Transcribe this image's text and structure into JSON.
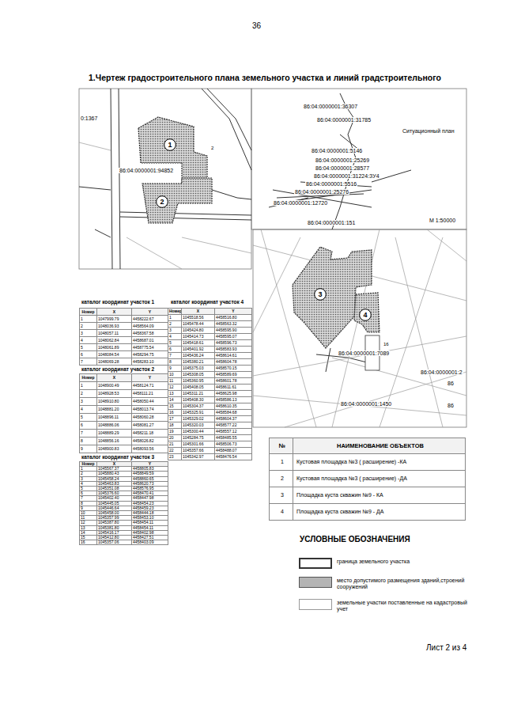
{
  "diagram": {
    "title": "1.Чертеж градостроительного плана земельного участка и линий градстроительного",
    "nodes": [
      {
        "text": [
          "1"
        ]
      },
      {
        "text": [
          "2"
        ]
      },
      {
        "text": [
          "3"
        ]
      },
      {
        "text": [
          "4"
        ]
      }
    ],
    "labels": [
      "36",
      "0:1367",
      "86:04:0000001:94852",
      "2",
      "Ситуационный план",
      "86:04:0000001:36307",
      "86:04:0000001:31785",
      "86:04:0000001:5146",
      "86:04:0000001:25269",
      "86:04:0000001:28577",
      "86:04:0000001:31224:ЗУ4",
      "86:04:0000001:5516",
      "86:04:0000001:25276",
      "86:04:0000001:12720",
      "86:04:0000001:151",
      "М 1:50000",
      "86:04:0000001:7089",
      "16",
      "86:04:0000001:2",
      "86",
      "86:04:0000001:1450",
      "86",
      "УСЛОВНЫЕ ОБОЗНАЧЕНИЯ",
      "Лист 2 из 4",
      "каталог координат участок 1",
      "Номер",
      "X",
      "Y",
      "1",
      "1047999.79",
      "4458222.67",
      "2",
      "1048036.93",
      "4458564.09",
      "3",
      "1048057.11",
      "4458367.58",
      "4",
      "1048062.84",
      "4458687.01",
      "5",
      "1048061.89",
      "4458775.54",
      "6",
      "1048084.54",
      "4458294.75",
      "7",
      "1048069.28",
      "4458283.10",
      "каталог координат участок 4",
      "Номер",
      "X",
      "Y",
      "1",
      "1045518.56",
      "4458516.80",
      "2",
      "1045478.44",
      "4458563.32",
      "3",
      "1045424.80",
      "4458595.90",
      "4",
      "1045414.73",
      "4458595.07",
      "5",
      "1045418.61",
      "4458596.73",
      "6",
      "1045401.92",
      "4458583.93",
      "7",
      "1045436.24",
      "4458614.61",
      "8",
      "1045380.21",
      "4458604.78",
      "9",
      "1045375.03",
      "4458570.15",
      "10",
      "1045308.05",
      "4458589.69",
      "11",
      "1045360.95",
      "4458601.78",
      "12",
      "1045408.05",
      "4458611.61",
      "13",
      "1045311.21",
      "4458625.98",
      "14",
      "1045408.30",
      "4458586.13",
      "15",
      "1045304.37",
      "4458610.35",
      "16",
      "1045325.91",
      "4458584.68",
      "17",
      "1045329.02",
      "4458604.37",
      "18",
      "1045320.03",
      "4458577.22",
      "19",
      "1045300.44",
      "4458557.12",
      "20",
      "1045284.75",
      "4458485.55",
      "21",
      "1045301.66",
      "4458506.73",
      "22",
      "1045357.66",
      "4458488.07",
      "23",
      "1045342.97",
      "4458476.54",
      "каталог координат участок 2",
      "Номер",
      "X",
      "Y",
      "1",
      "1048900.49",
      "4458124.71",
      "2",
      "1048928.53",
      "4458111.21",
      "3",
      "1048910.80",
      "4458050.44",
      "4",
      "1048881.20",
      "4458013.74",
      "5",
      "1048896.11",
      "4458060.28",
      "6",
      "1048886.06",
      "4458081.27",
      "7",
      "1048889.29",
      "4458211.18",
      "8",
      "1048856.16",
      "4458026.82",
      "9",
      "1048900.83",
      "4458093.56",
      "каталог координат участок 3",
      "Номер",
      "X",
      "Y",
      "1",
      "1045567.37",
      "4458805.83",
      "2",
      "1045880.43",
      "4458849.59",
      "3",
      "1045458.24",
      "4458860.65",
      "4",
      "1045463.83",
      "4458620.73",
      "5",
      "1045351.08",
      "4458576.95",
      "6",
      "1045376.60",
      "4458470.41",
      "7",
      "1045402.40",
      "4458447.98",
      "8",
      "1045445.05",
      "4458454.23",
      "9",
      "1045446.64",
      "4458459.23",
      "10",
      "1045458.00",
      "4458444.18",
      "11",
      "1045357.99",
      "4458453.10",
      "12",
      "1045387.80",
      "4458454.11",
      "13",
      "1045381.80",
      "4458454.11",
      "14",
      "1045416.17",
      "4458402.98",
      "15",
      "1045412.80",
      "4458427.51",
      "16",
      "1045357.06",
      "4458403.09",
      "№",
      "НАИМЕНОВАНИЕ ОБЪЕКТОВ",
      "1",
      "Кустовая площадка №3 ( расширение) -КА",
      "2",
      "Кустовая площадка №3 ( расширение) -ДА",
      "3",
      "Площадка куста скважин №9 - КА",
      "4",
      "Площадка куста скважин №9 - ДА"
    ],
    "legend": [
      {
        "text": "граница земельного участка"
      },
      {
        "text": "место допустимого размещения зданий,строений сооружений",
        "color": "#b4b4b4"
      },
      {
        "text": "земельные участки поставленные на кадастровый учет"
      }
    ]
  }
}
